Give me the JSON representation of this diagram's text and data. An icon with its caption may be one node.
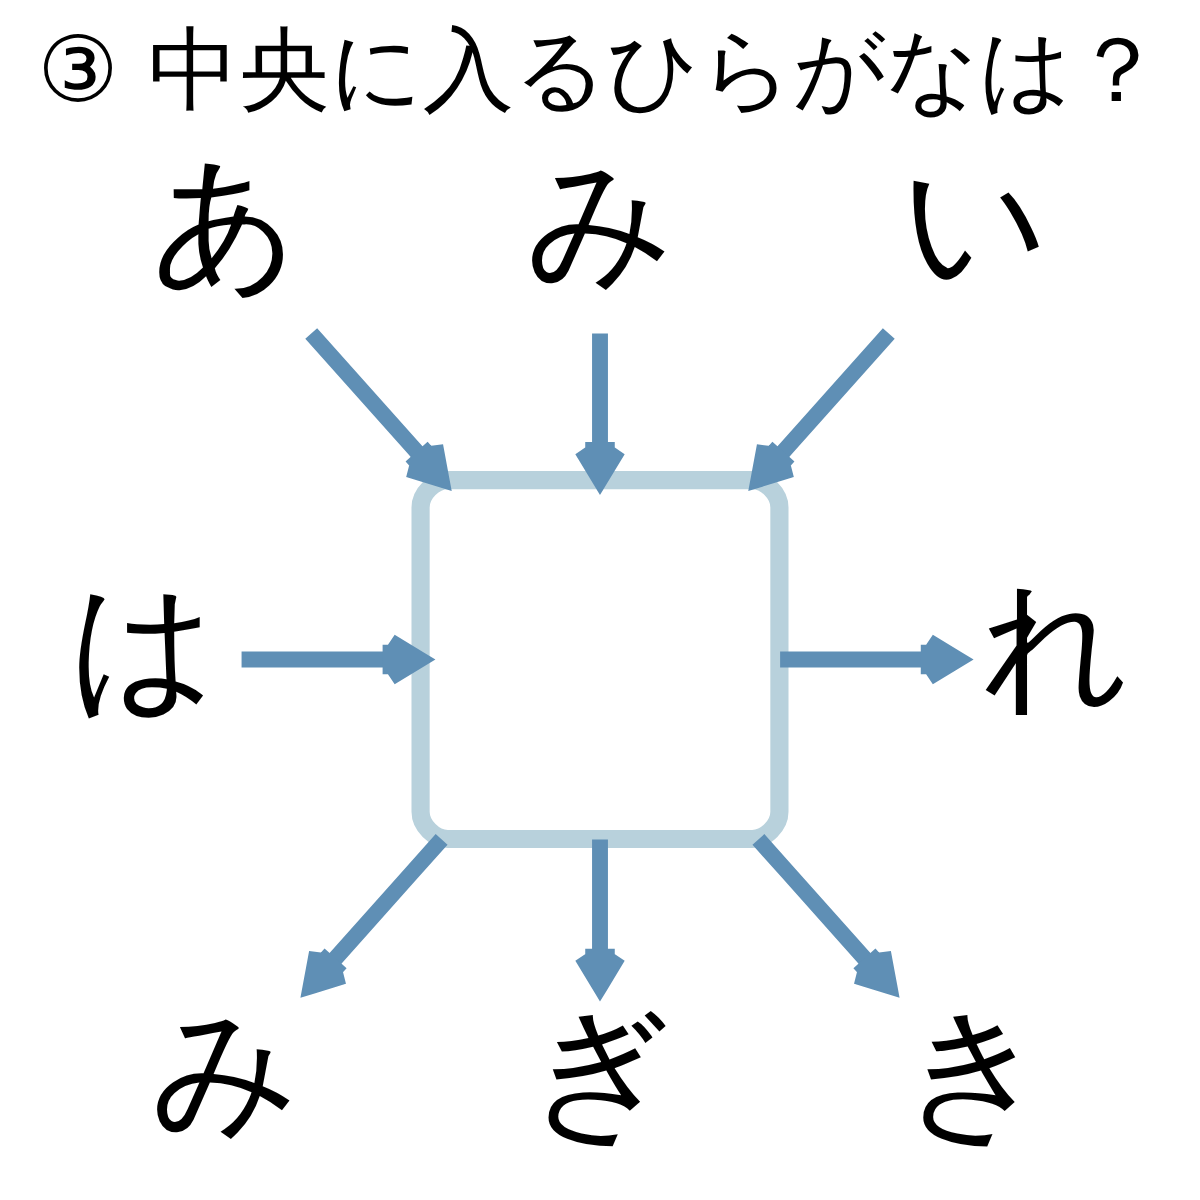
{
  "diagram": {
    "title": "③ 中央に入るひらがなは？",
    "nodes": [
      {
        "text": [
          "あ"
        ]
      },
      {
        "text": [
          "み"
        ]
      },
      {
        "text": [
          "い"
        ]
      },
      {
        "text": [
          "は"
        ]
      },
      {
        "text": [],
        "shape": "box"
      },
      {
        "text": [
          "れ"
        ]
      },
      {
        "text": [
          "み"
        ]
      },
      {
        "text": [
          "ぎ"
        ]
      },
      {
        "text": [
          "き"
        ]
      }
    ],
    "edges": [
      {
        "from": 0,
        "to": 4,
        "arrow": "to"
      },
      {
        "from": 1,
        "to": 4,
        "arrow": "to"
      },
      {
        "from": 2,
        "to": 4,
        "arrow": "to"
      },
      {
        "from": 3,
        "to": 4,
        "arrow": "to"
      },
      {
        "from": 4,
        "to": 5,
        "arrow": "to"
      },
      {
        "from": 4,
        "to": 6,
        "arrow": "to"
      },
      {
        "from": 4,
        "to": 7,
        "arrow": "to"
      },
      {
        "from": 4,
        "to": 8,
        "arrow": "to"
      }
    ]
  }
}
